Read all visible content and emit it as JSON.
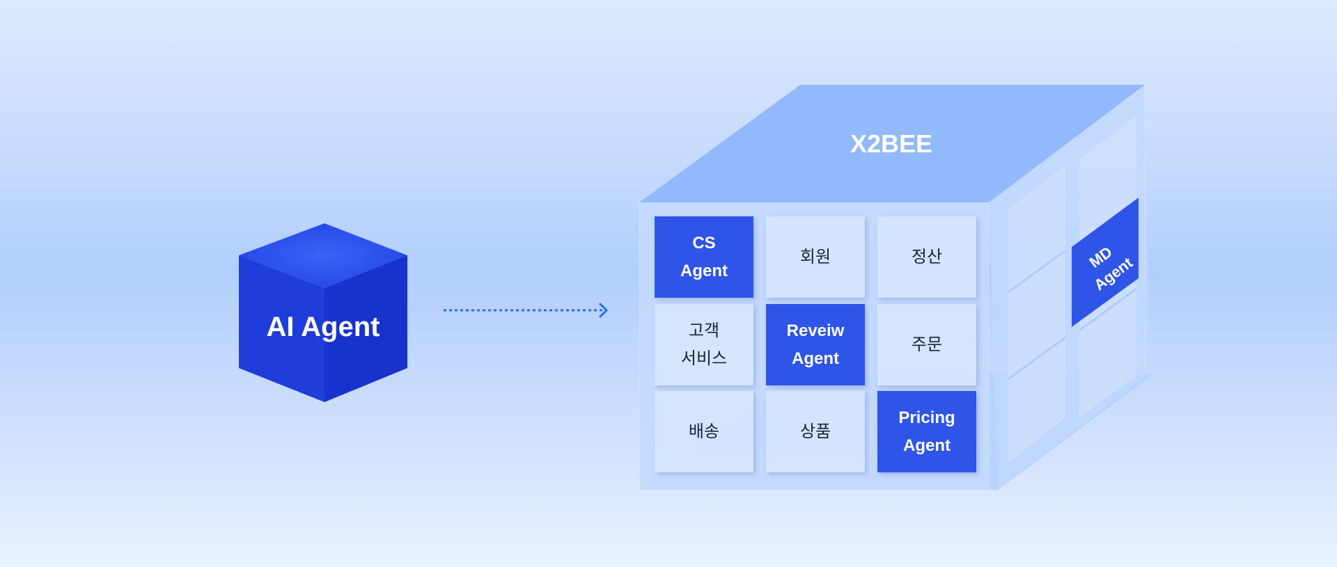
{
  "ai_agent": {
    "label": "AI Agent"
  },
  "platform": {
    "title": "X2BEE",
    "cells": [
      {
        "label": "CS\nAgent",
        "kind": "agent"
      },
      {
        "label": "회원",
        "kind": "module"
      },
      {
        "label": "정산",
        "kind": "module"
      },
      {
        "label": "고객\n서비스",
        "kind": "module"
      },
      {
        "label": "Reveiw\nAgent",
        "kind": "agent"
      },
      {
        "label": "주문",
        "kind": "module"
      },
      {
        "label": "배송",
        "kind": "module"
      },
      {
        "label": "상품",
        "kind": "module"
      },
      {
        "label": "Pricing\nAgent",
        "kind": "agent"
      }
    ],
    "side_agent": {
      "label": "MD\nAgent"
    }
  },
  "colors": {
    "agent": "#2f55e8",
    "cube": "#1f3fe0",
    "top_face": "#93b9fd",
    "arrow": "#2a6de8"
  }
}
